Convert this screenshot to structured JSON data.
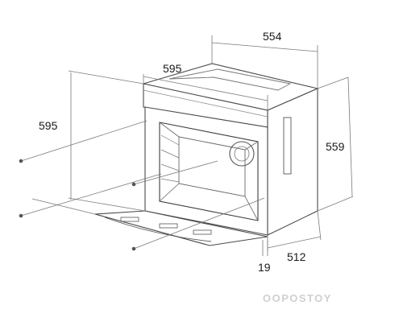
{
  "dimensions": {
    "top_width": "595",
    "top_depth": "554",
    "left_height": "595",
    "right_height": "559",
    "bottom_depth": "512",
    "door_thickness": "19"
  },
  "watermark": "ООРОSТОY",
  "colors": {
    "line": "#4a4a4a",
    "dim_line": "#7a7a7a",
    "dot": "#555555",
    "watermark": "#d0d0d0"
  }
}
